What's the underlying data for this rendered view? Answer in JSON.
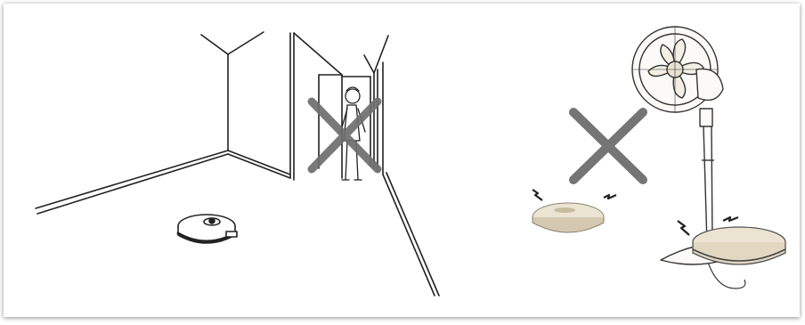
{
  "image": {
    "kind": "robot-vacuum-placement-illustration",
    "panels": [
      {
        "id": "room-scene",
        "depicts": [
          "room-corner",
          "hallway",
          "person-standing",
          "robot-vacuum"
        ],
        "marked_wrong": true
      },
      {
        "id": "fan-scene",
        "depicts": [
          "robot-vacuum",
          "standing-fan",
          "signal-waves"
        ],
        "marked_wrong": true
      }
    ]
  },
  "colors": {
    "background": "#ffffff",
    "line_art": "#222222",
    "cross_mark": "#6e6e6e",
    "vacuum_body": "#ece4d2",
    "vacuum_shadow": "#d4c9b0"
  },
  "icons": [
    "cross-icon",
    "cross-icon"
  ]
}
